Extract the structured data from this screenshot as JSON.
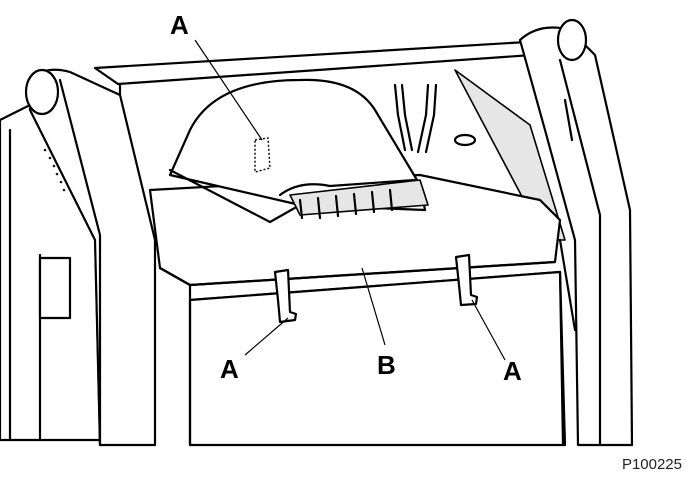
{
  "labels": {
    "top_left": "A",
    "bottom_left": "A",
    "bottom_center": "B",
    "bottom_right": "A"
  },
  "figure_code": "P100225",
  "colors": {
    "line": "#000000",
    "background": "#ffffff",
    "shade": "#e6e6e6"
  }
}
